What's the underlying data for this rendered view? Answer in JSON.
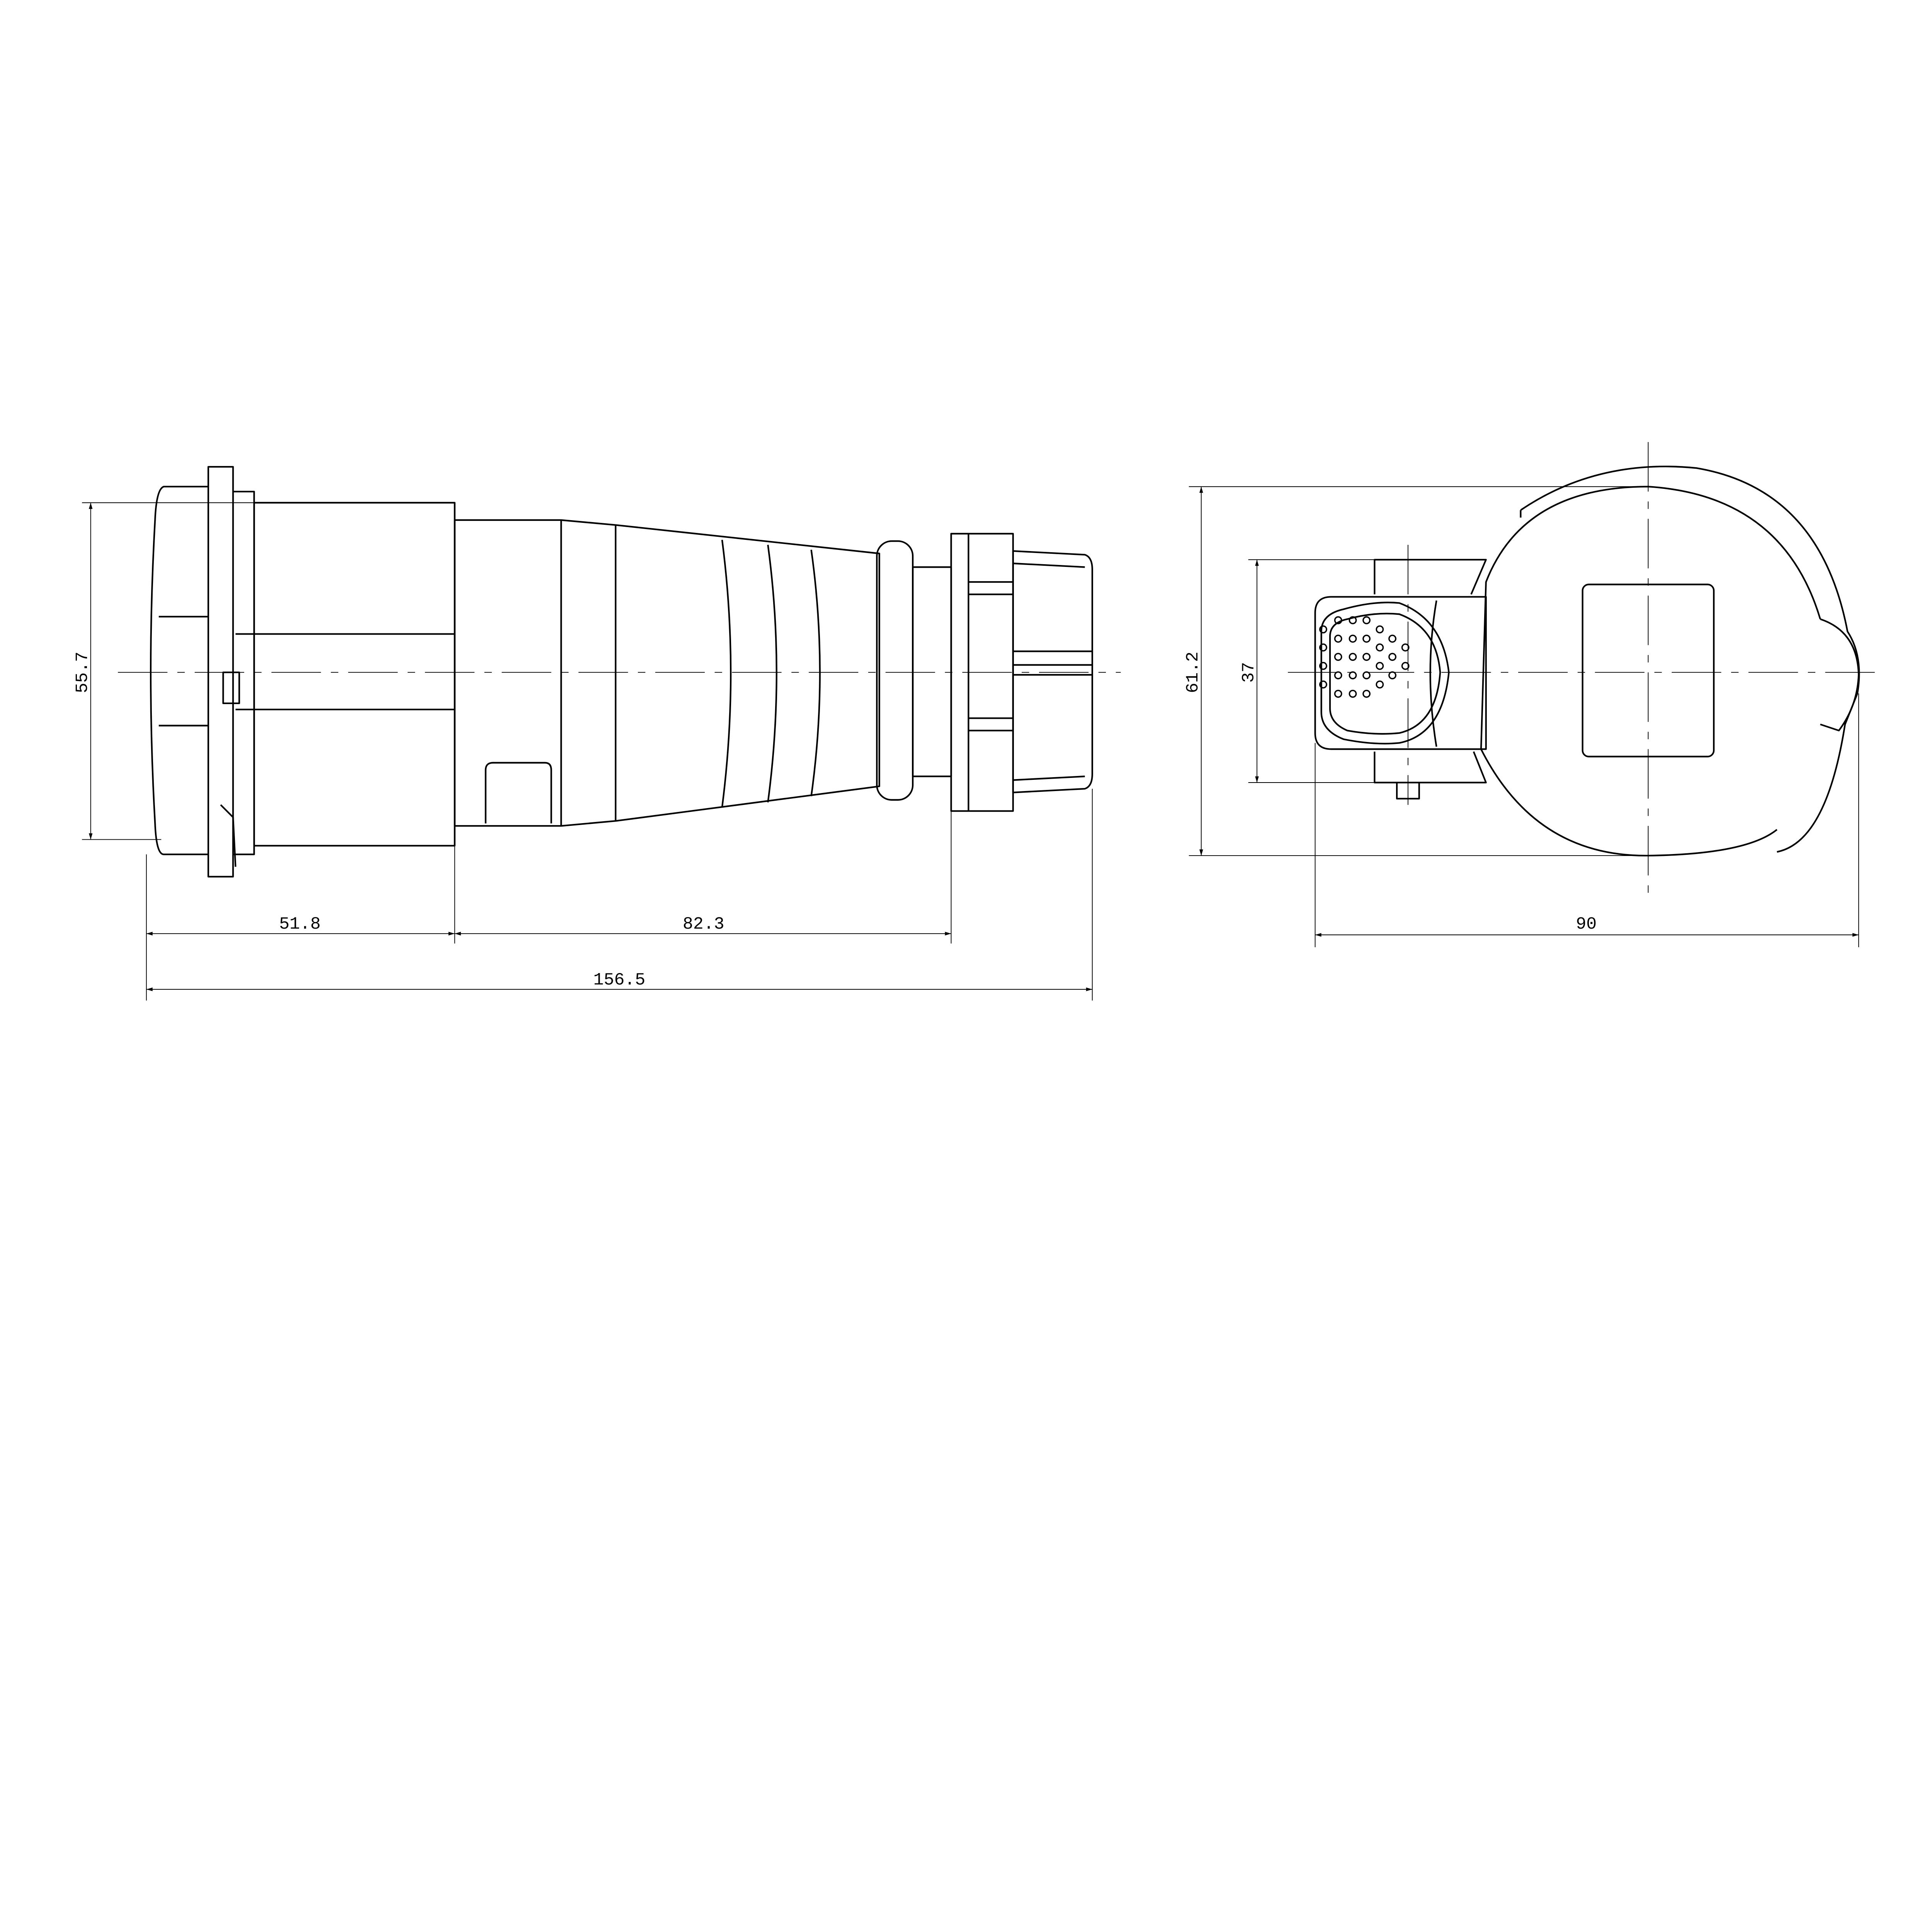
{
  "drawing": {
    "views": [
      "side-view",
      "front-view"
    ],
    "line_color": "#000000",
    "background": "#ffffff",
    "dimensions": {
      "side_height": "55.7",
      "front_length": "51.8",
      "rear_length": "82.3",
      "overall_length": "156.5",
      "front_overall_height": "61.2",
      "socket_height": "37",
      "front_overall_width": "90"
    },
    "pin_count": 28
  }
}
